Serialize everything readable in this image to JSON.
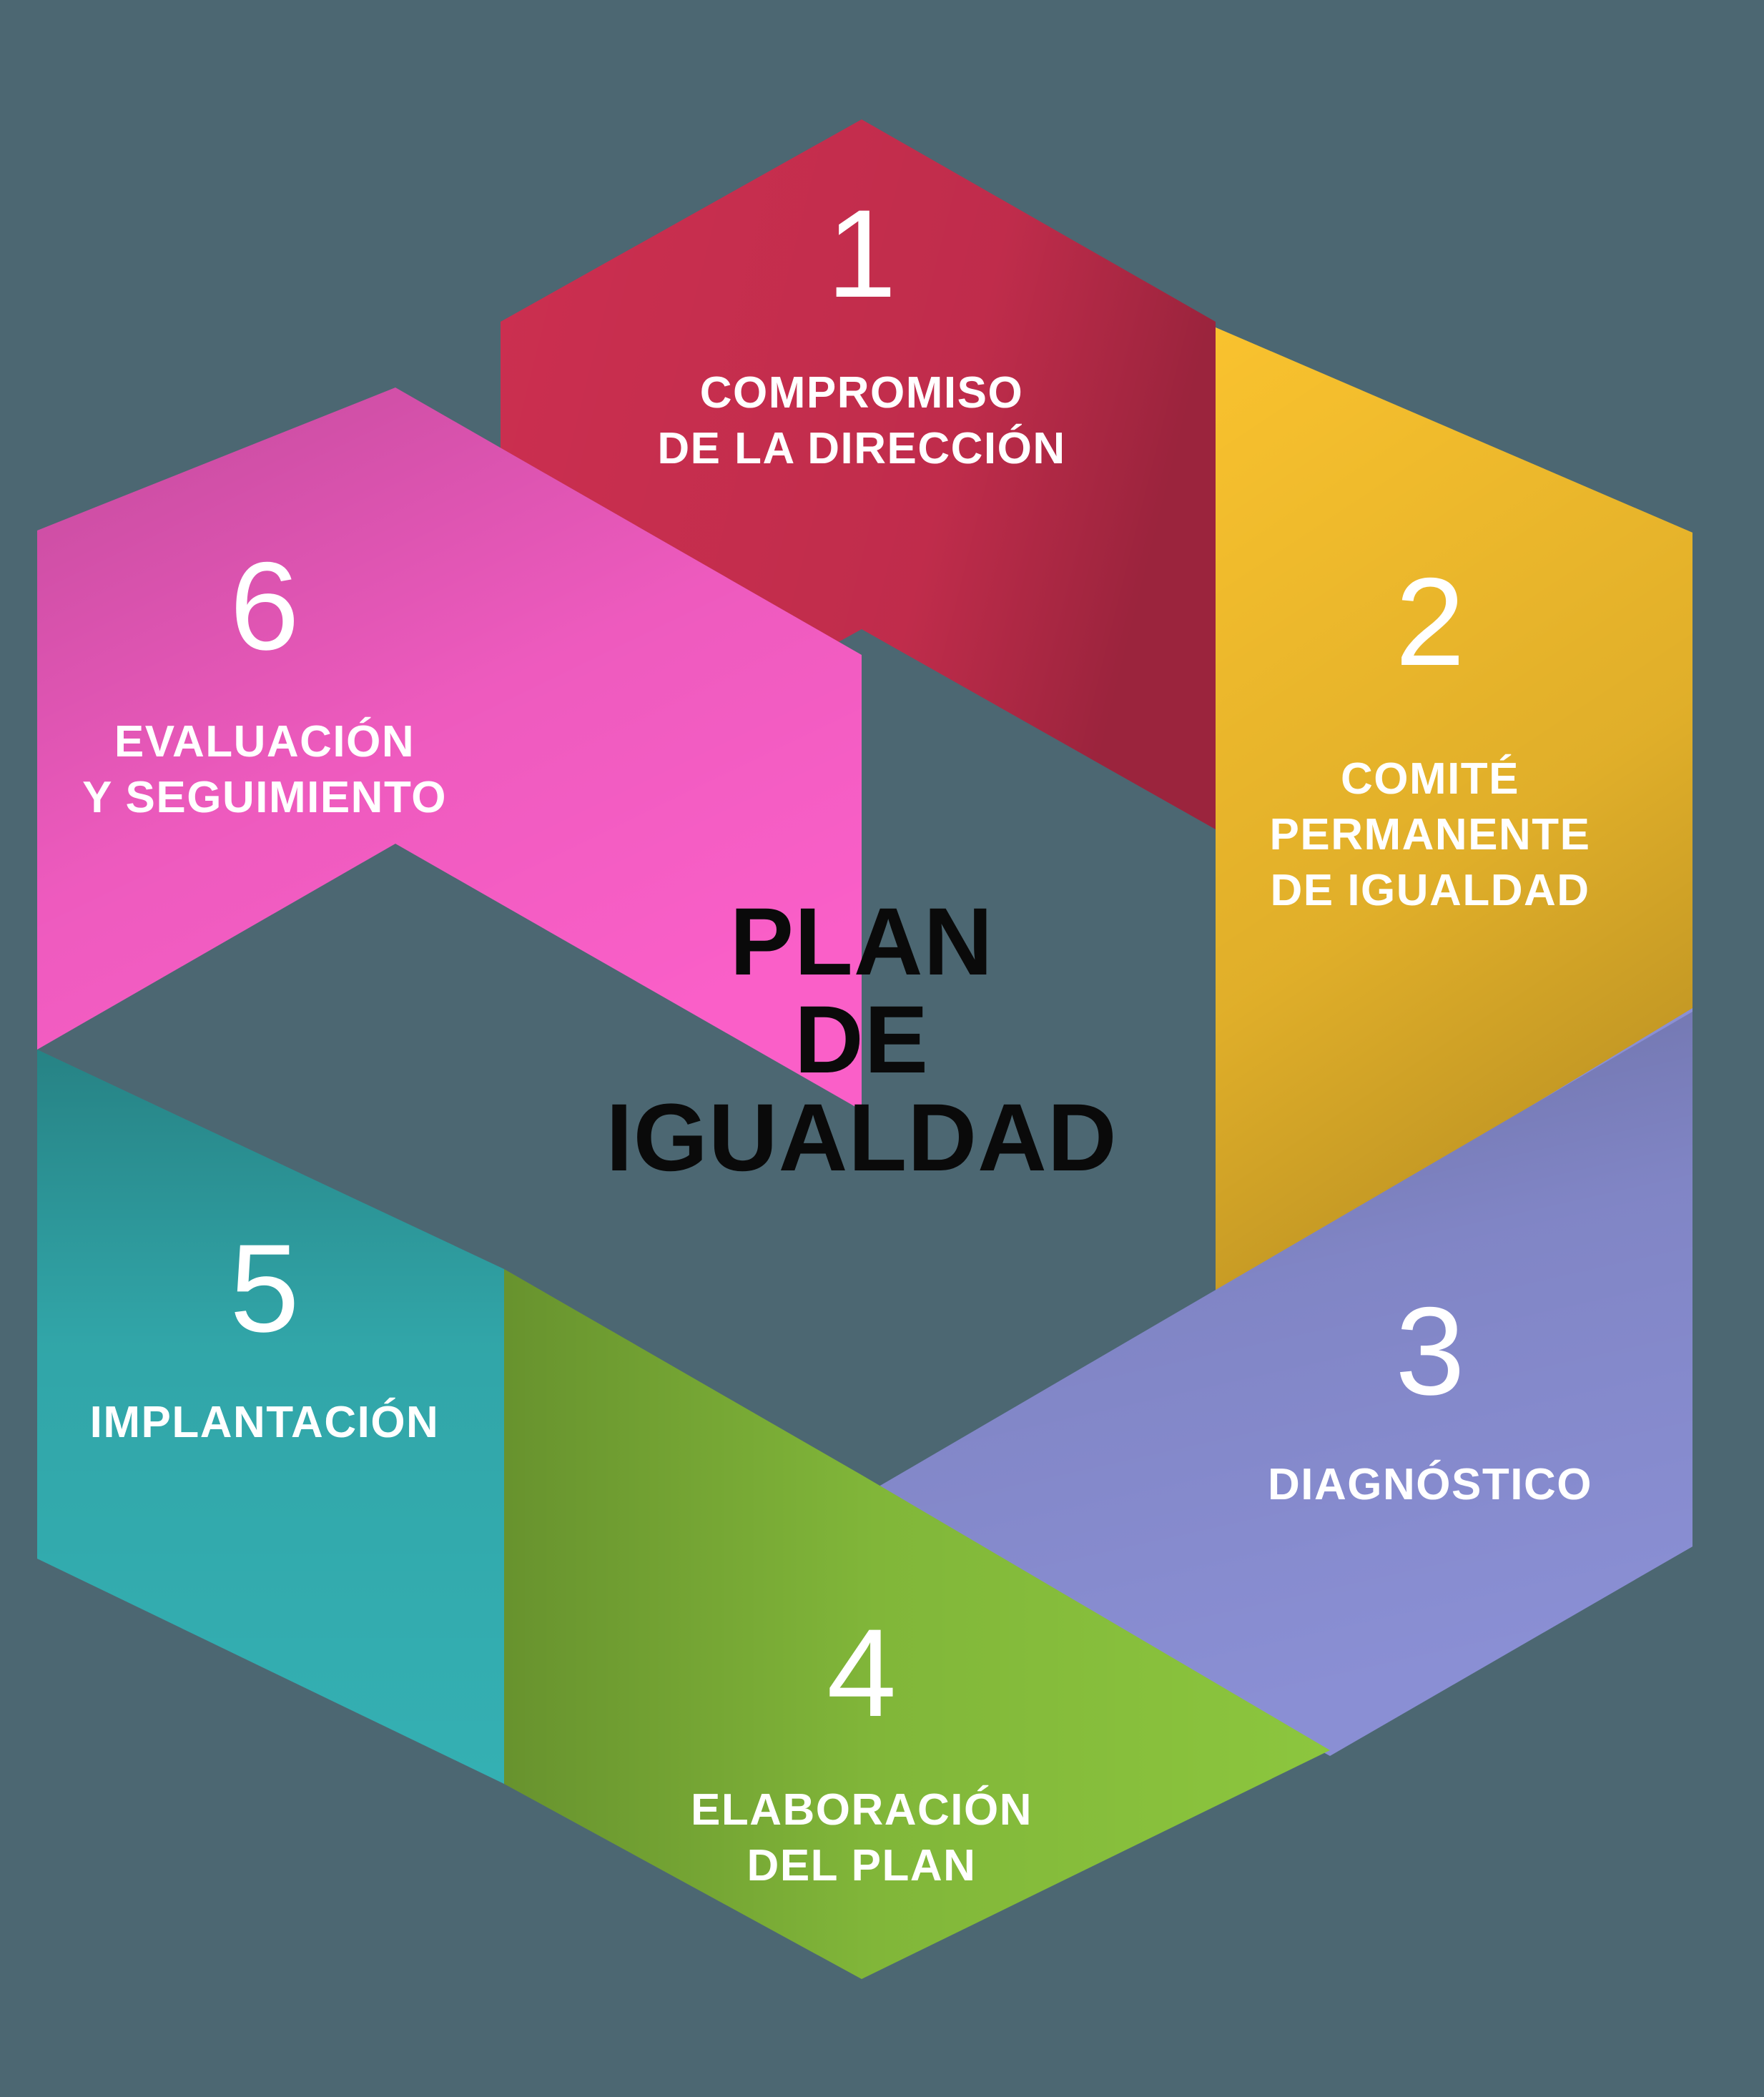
{
  "diagram": {
    "title": "Plan de Igualdad - Hexagonal Process Cycle",
    "background_color": "#4c6772",
    "center": {
      "line1": "PLAN",
      "line2": "DE",
      "line3": "IGUALDAD",
      "text_color": "#0a0a0a",
      "fill_color": "#4c6772"
    },
    "steps": [
      {
        "number": "1",
        "label_line1": "COMPROMISO",
        "label_line2": "DE LA DIRECCIÓN",
        "color": "#cc2f50",
        "shadow_color": "#a32643",
        "position": "top"
      },
      {
        "number": "2",
        "label_line1": "COMITÉ",
        "label_line2": "PERMANENTE",
        "label_line3": "DE IGUALDAD",
        "color": "#f9c22e",
        "shadow_color": "#d8a41d",
        "position": "top-right"
      },
      {
        "number": "3",
        "label_line1": "DIAGNÓSTICO",
        "color": "#8a8fd4",
        "shadow_color": "#6d72b5",
        "position": "bottom-right"
      },
      {
        "number": "4",
        "label_line1": "ELABORACIÓN",
        "label_line2": "DEL PLAN",
        "color": "#8cc63e",
        "shadow_color": "#6f9e30",
        "position": "bottom"
      },
      {
        "number": "5",
        "label_line1": "IMPLANTACIÓN",
        "color": "#34b0b3",
        "shadow_color": "#2a9093",
        "position": "bottom-left"
      },
      {
        "number": "6",
        "label_line1": "EVALUACIÓN",
        "label_line2": "Y SEGUIMIENTO",
        "color": "#fa5fc8",
        "shadow_color": "#d14ea8",
        "position": "top-left"
      }
    ]
  }
}
